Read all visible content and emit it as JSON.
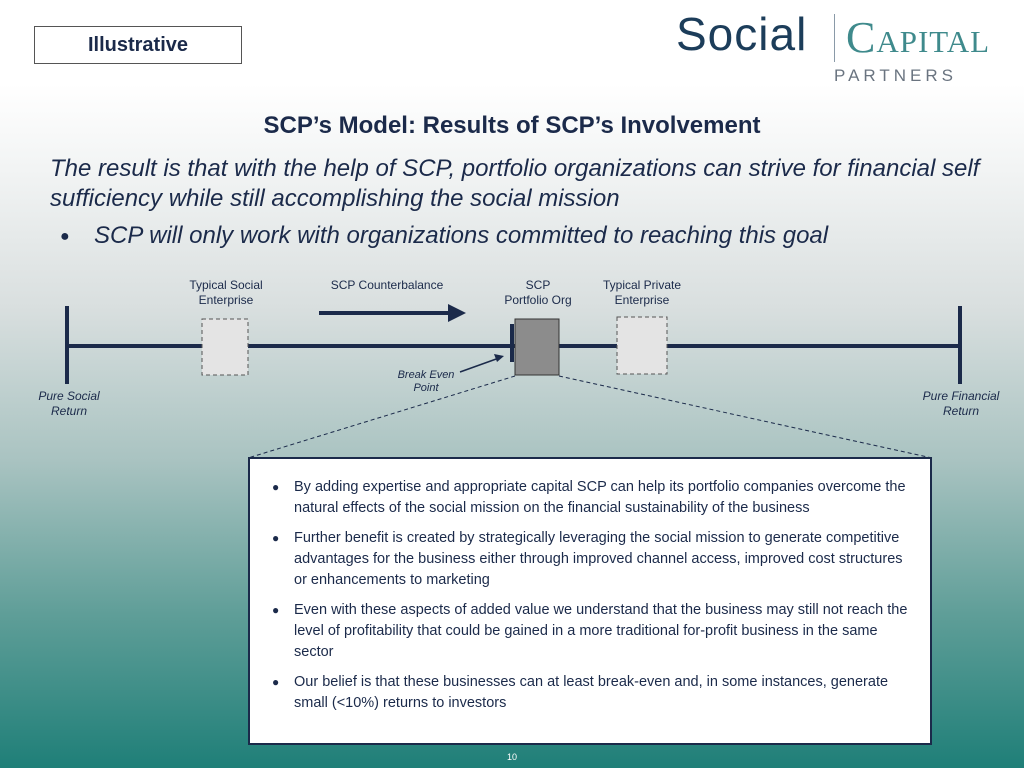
{
  "badge": "Illustrative",
  "logo": {
    "social": "Social",
    "capital": "Capital",
    "partners": "PARTNERS"
  },
  "title": "SCP’s Model: Results of SCP’s Involvement",
  "lead": "The result is that with the help of SCP, portfolio organizations can strive for financial self sufficiency while still accomplishing the social mission",
  "sub_bullet": "SCP will only work with organizations committed to reaching this goal",
  "diagram": {
    "typical_social": [
      "Typical Social",
      "Enterprise"
    ],
    "counterbalance": "SCP Counterbalance",
    "scp_portfolio": [
      "SCP",
      "Portfolio Org"
    ],
    "typical_private": [
      "Typical Private",
      "Enterprise"
    ],
    "break_even": [
      "Break Even",
      "Point"
    ],
    "pure_social": [
      "Pure Social",
      "Return"
    ],
    "pure_financial": [
      "Pure Financial",
      "Return"
    ]
  },
  "bullets": [
    "By adding expertise and appropriate capital SCP can help its portfolio companies overcome the natural effects of the social mission on the financial sustainability of the business",
    "Further benefit is created by strategically leveraging the social mission to generate competitive advantages for the business either through improved channel access, improved cost structures or enhancements to marketing",
    "Even with these aspects of added value we understand that the business may still not reach the level of profitability that could be gained in a more traditional for-profit business in the same sector",
    "Our belief is that these businesses can at least break-even and, in some instances, generate small (<10%) returns to investors"
  ],
  "page_number": "10",
  "colors": {
    "navy": "#1b2a4a",
    "teal": "#3f8a8c",
    "box_fill": "#e4e4e4",
    "scp_box": "#8c8c8c"
  }
}
